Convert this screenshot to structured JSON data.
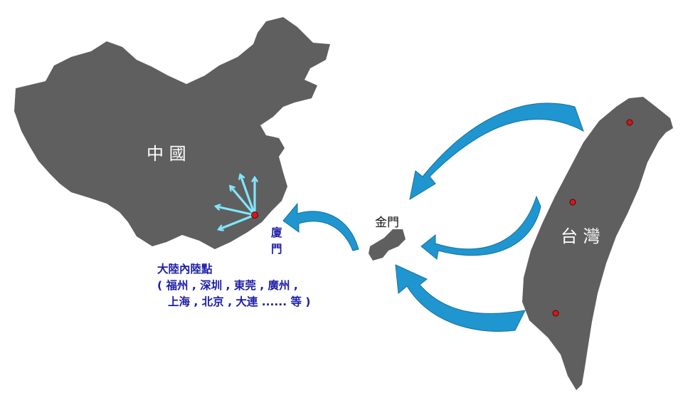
{
  "regions": {
    "china": "中 國",
    "taiwan": "台 灣",
    "kinmen": "金門"
  },
  "xiamen": {
    "line1": "廈",
    "line2": "門"
  },
  "inland": {
    "title": "大陸內陸點",
    "line1": "( 福州 , 深圳 , 東莞 , 廣州 ,",
    "line2": "上海 , 北京 , 大連 ...... 等 )"
  },
  "colors": {
    "land": "#5f5f5f",
    "route_arrow": "#1f96cf",
    "spoke_arrow": "#7fe7ff",
    "city_dot": "#d11a1a",
    "text_blue": "#1d1da6"
  }
}
